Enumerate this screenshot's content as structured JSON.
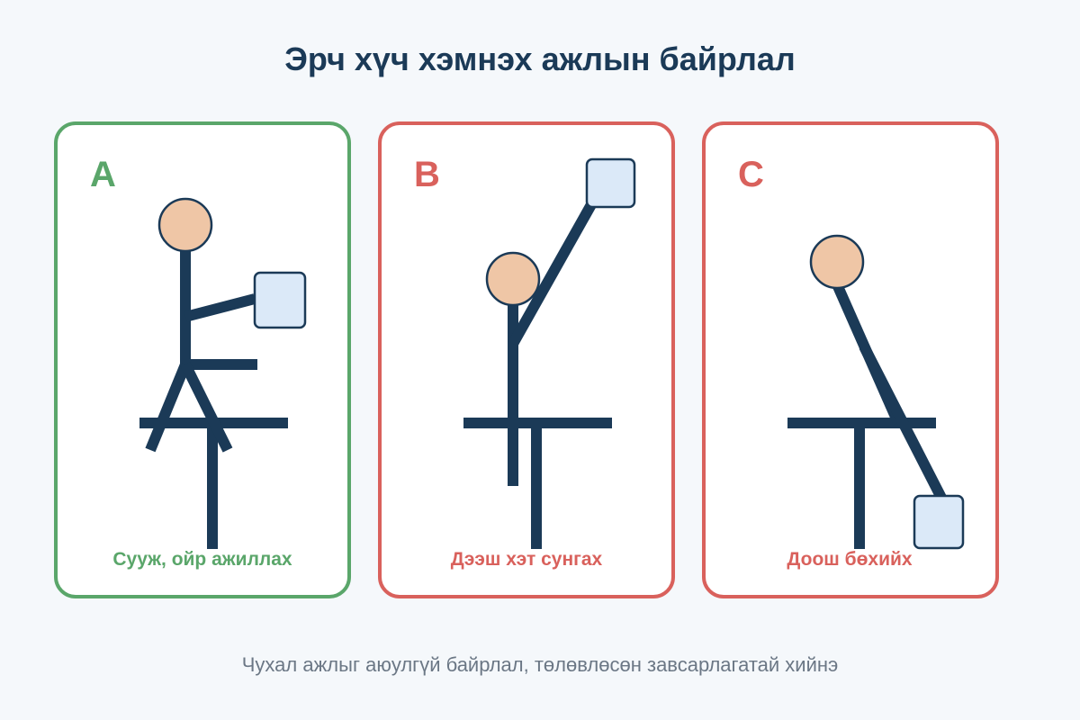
{
  "title": "Эрч хүч хэмнэх ажлын байрлал",
  "footnote": "Чухал ажлыг аюулгүй байрлал, төлөвлөсөн завсарлагатай хийнэ",
  "colors": {
    "background": "#f5f8fb",
    "title": "#1b3a57",
    "figure": "#1b3a57",
    "head_fill": "#efc6a6",
    "box_fill": "#dbe9f8",
    "good": "#5aa66a",
    "bad": "#d9615c",
    "footnote": "#6b7785",
    "panel_fill": "#ffffff"
  },
  "panels": [
    {
      "letter": "A",
      "caption": "Сууж, ойр ажиллах",
      "status": "good",
      "pose": "seated-close",
      "icon": "seated-figure-icon"
    },
    {
      "letter": "B",
      "caption": "Дээш хэт сунгах",
      "status": "bad",
      "pose": "reach-up",
      "icon": "reaching-figure-icon"
    },
    {
      "letter": "C",
      "caption": "Доош бөхийх",
      "status": "bad",
      "pose": "bend-down",
      "icon": "bending-figure-icon"
    }
  ]
}
